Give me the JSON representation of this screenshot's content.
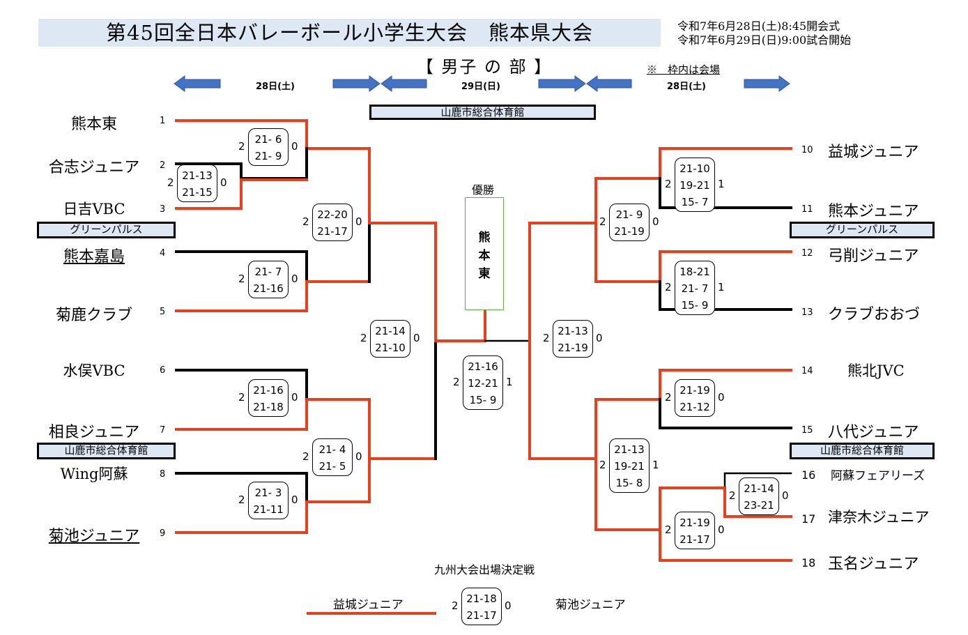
{
  "header": {
    "title": "第45回全日本バレーボール小学生大会　熊本県大会",
    "date_line1": "令和7年6月28日(土)8:45開会式",
    "date_line2": "令和7年6月29日(日)9:00試合開始",
    "subtitle": "【 男子 の 部 】",
    "note": "※　枠内は会場",
    "day_left": "28日(土)",
    "day_center": "29日(日)",
    "day_right": "28日(土)"
  },
  "venues": {
    "top": "山鹿市総合体育館",
    "left_green": "グリーンパルス",
    "right_green": "グリーンパルス",
    "left_yamaga": "山鹿市総合体育館",
    "right_yamaga": "山鹿市総合体育館"
  },
  "teams": [
    {
      "seed": "1",
      "name": "熊本東"
    },
    {
      "seed": "2",
      "name": "合志ジュニア"
    },
    {
      "seed": "3",
      "name": "日吉VBC"
    },
    {
      "seed": "4",
      "name": "熊本嘉島"
    },
    {
      "seed": "5",
      "name": "菊鹿クラブ"
    },
    {
      "seed": "6",
      "name": "水俣VBC"
    },
    {
      "seed": "7",
      "name": "相良ジュニア"
    },
    {
      "seed": "8",
      "name": "Wing阿蘇"
    },
    {
      "seed": "9",
      "name": "菊池ジュニア"
    },
    {
      "seed": "10",
      "name": "益城ジュニア"
    },
    {
      "seed": "11",
      "name": "熊本ジュニア"
    },
    {
      "seed": "12",
      "name": "弓削ジュニア"
    },
    {
      "seed": "13",
      "name": "クラブおおづ"
    },
    {
      "seed": "14",
      "name": "熊北JVC"
    },
    {
      "seed": "15",
      "name": "八代ジュニア"
    },
    {
      "seed": "16",
      "name": "阿蘇フェアリーズ"
    },
    {
      "seed": "17",
      "name": "津奈木ジュニア"
    },
    {
      "seed": "18",
      "name": "玉名ジュニア"
    }
  ],
  "matches": [
    {
      "id": "m2v3",
      "left": "2",
      "right": "0",
      "sets": [
        "21-13",
        "21-15"
      ]
    },
    {
      "id": "m1v23",
      "left": "2",
      "right": "0",
      "sets": [
        "21- 6",
        "21- 9"
      ]
    },
    {
      "id": "m4v5",
      "left": "2",
      "right": "0",
      "sets": [
        "21- 7",
        "21-16"
      ]
    },
    {
      "id": "mL1",
      "left": "2",
      "right": "0",
      "sets": [
        "22-20",
        "21-17"
      ]
    },
    {
      "id": "m6v7",
      "left": "2",
      "right": "0",
      "sets": [
        "21-16",
        "21-18"
      ]
    },
    {
      "id": "m8v9",
      "left": "2",
      "right": "0",
      "sets": [
        "21- 3",
        "21-11"
      ]
    },
    {
      "id": "mL2",
      "left": "2",
      "right": "0",
      "sets": [
        "21- 4",
        "21- 5"
      ]
    },
    {
      "id": "mLsemi",
      "left": "2",
      "right": "0",
      "sets": [
        "21-14",
        "21-10"
      ]
    },
    {
      "id": "mFinal",
      "left": "2",
      "right": "1",
      "sets": [
        "21-16",
        "12-21",
        "15- 9"
      ]
    },
    {
      "id": "mRsemi",
      "left": "2",
      "right": "0",
      "sets": [
        "21-13",
        "21-19"
      ]
    },
    {
      "id": "m10v11",
      "left": "2",
      "right": "1",
      "sets": [
        "21-10",
        "19-21",
        "15- 7"
      ]
    },
    {
      "id": "m12v13",
      "left": "2",
      "right": "1",
      "sets": [
        "18-21",
        "21- 7",
        "15- 9"
      ]
    },
    {
      "id": "mR1",
      "left": "2",
      "right": "0",
      "sets": [
        "21- 9",
        "21-19"
      ]
    },
    {
      "id": "m14v15",
      "left": "2",
      "right": "0",
      "sets": [
        "21-19",
        "21-12"
      ]
    },
    {
      "id": "m16v17",
      "left": "2",
      "right": "0",
      "sets": [
        "21-14",
        "23-21"
      ]
    },
    {
      "id": "m17v18",
      "left": "2",
      "right": "0",
      "sets": [
        "21-19",
        "21-17"
      ]
    },
    {
      "id": "mR2",
      "left": "2",
      "right": "1",
      "sets": [
        "21-13",
        "19-21",
        "15- 8"
      ]
    },
    {
      "id": "mKyushu",
      "left": "2",
      "right": "0",
      "sets": [
        "21-18",
        "21-17"
      ]
    }
  ],
  "champion": {
    "label": "優勝",
    "name": "熊\n本\n東"
  },
  "kyushu": {
    "title": "九州大会出場決定戦",
    "team_left": "益城ジュニア",
    "team_right": "菊池ジュニア"
  },
  "colors": {
    "winner_line": "#e8401c",
    "loser_line": "#000000",
    "arrow": "#4472c4",
    "header_bg": "#dde8f4",
    "champ_border": "#66aa44"
  }
}
